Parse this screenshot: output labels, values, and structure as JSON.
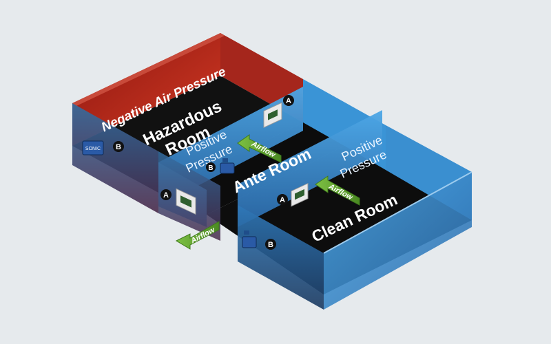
{
  "colors": {
    "background": "#e6eaed",
    "negative": "#b8231a",
    "positive": "#3a8fd0",
    "floor": "#0c0c0c",
    "arrow": "#5a9a2a"
  },
  "labels": {
    "negative_pressure": "Negative Air Pressure",
    "hazardous_room_line1": "Hazardous",
    "hazardous_room_line2": "Room",
    "positive_pressure_1_line1": "Positive",
    "positive_pressure_1_line2": "Pressure",
    "positive_pressure_2_line1": "Positive",
    "positive_pressure_2_line2": "Pressure",
    "ante_room": "Ante Room",
    "clean_room": "Clean Room",
    "airflow_1": "Airflow",
    "airflow_2": "Airflow",
    "airflow_3": "Airflow"
  },
  "devices": {
    "sonic_label": "SONIC",
    "marker_a": "A",
    "marker_b": "B"
  }
}
